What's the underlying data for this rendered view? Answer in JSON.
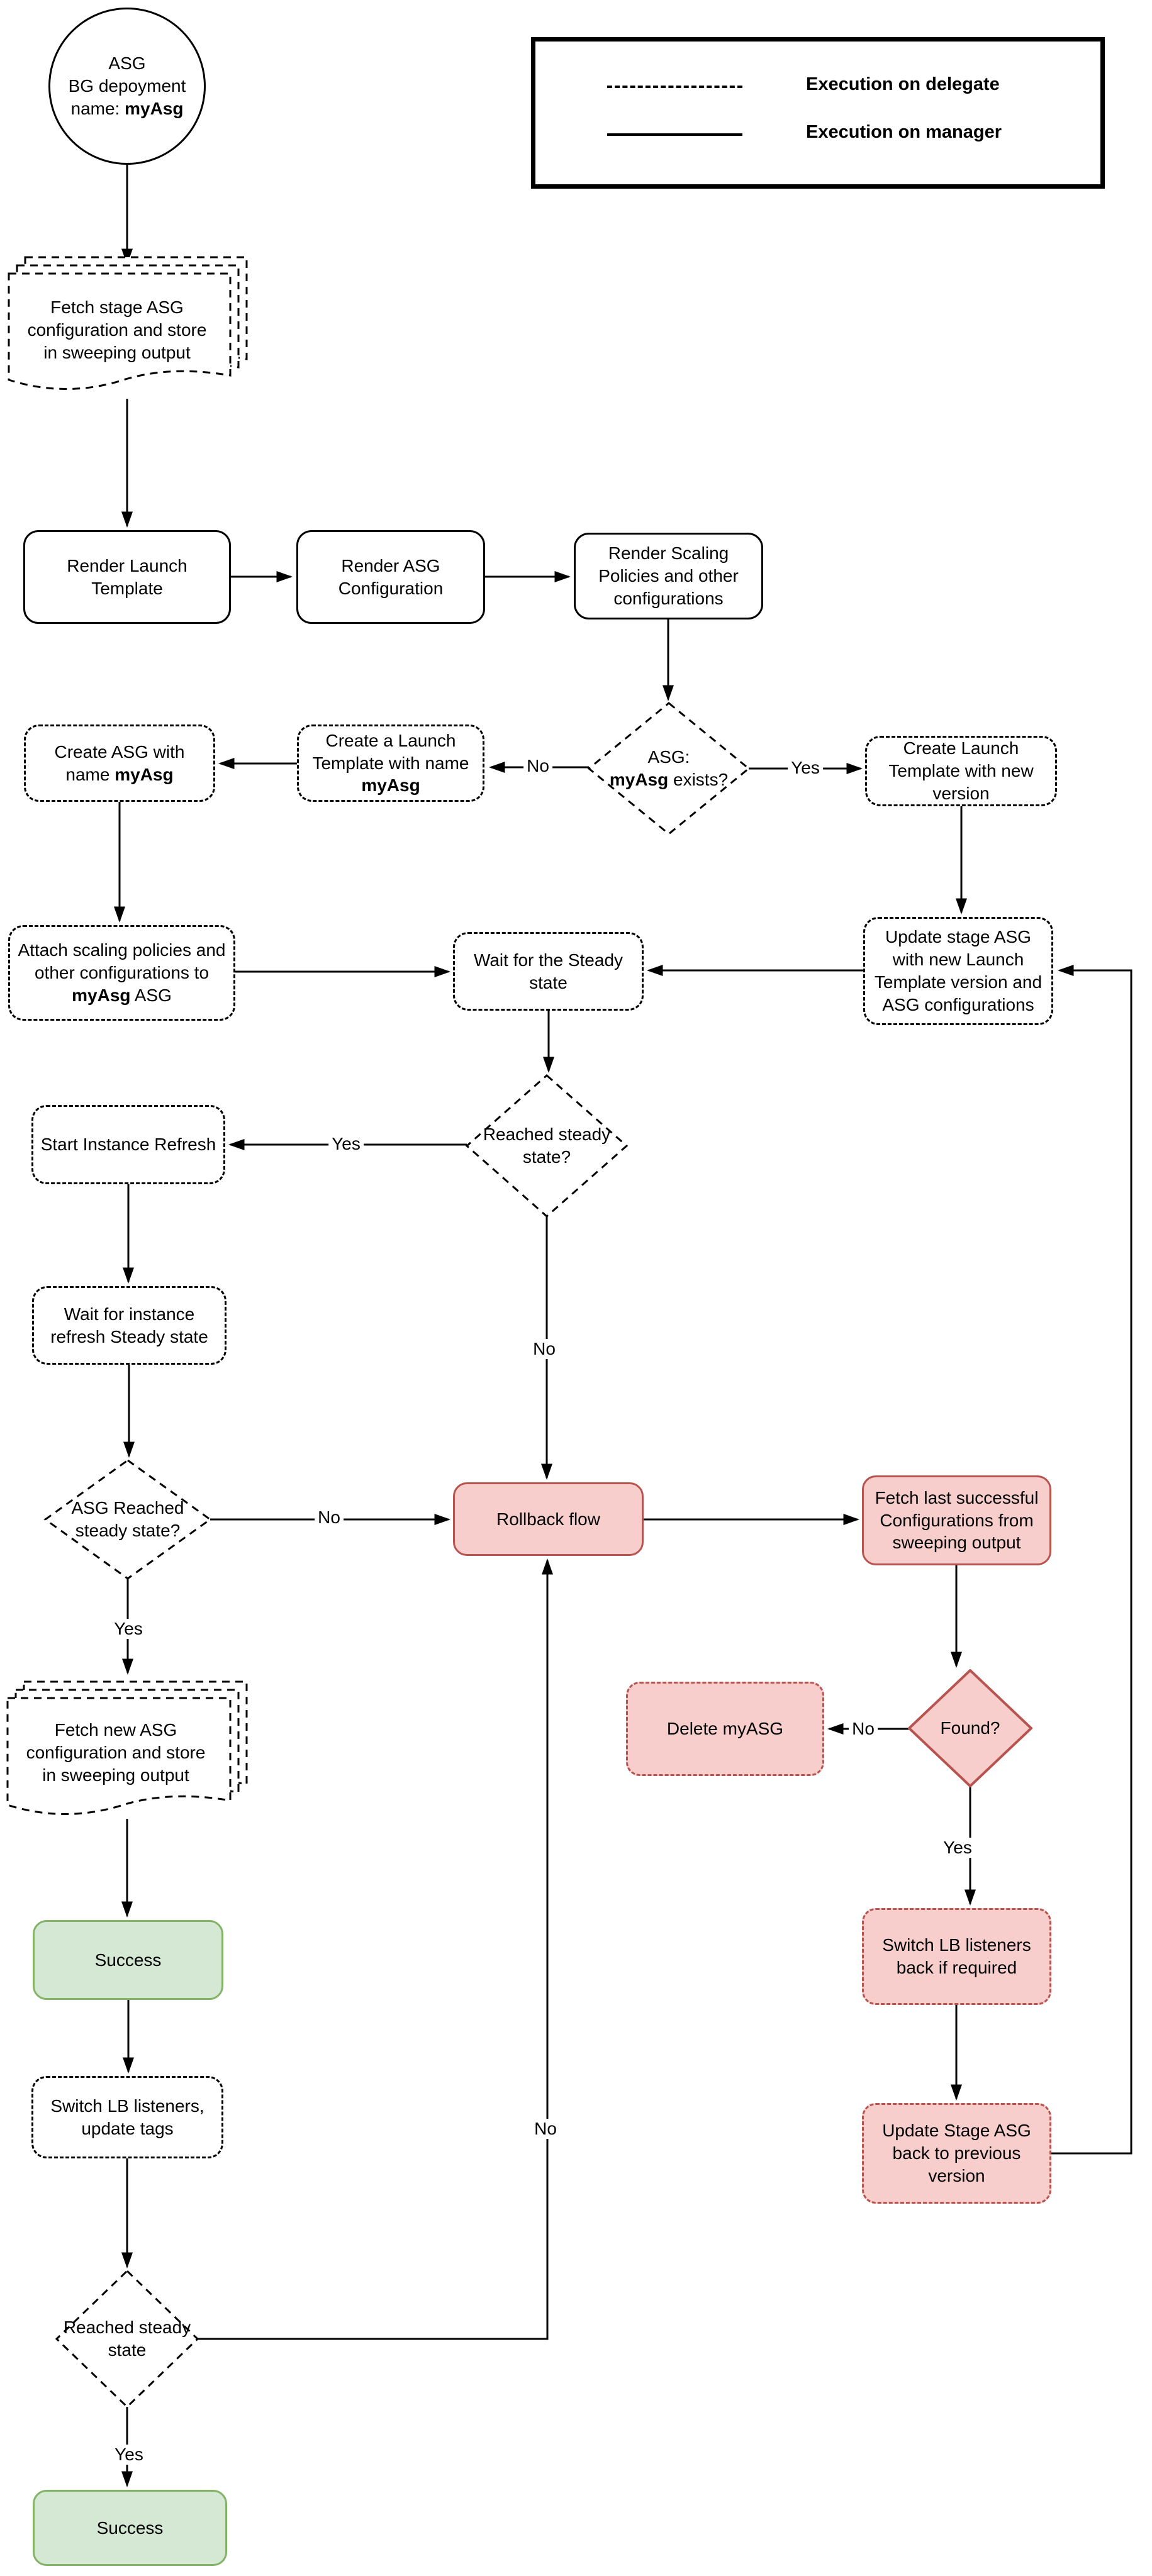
{
  "labels": {
    "yes": "Yes",
    "no": "No"
  },
  "legend": {
    "delegate": "Execution on delegate",
    "manager": "Execution on manager"
  },
  "colors": {
    "line": "#000000",
    "red_fill": "#f8cecc",
    "red_border": "#b85450",
    "green_fill": "#d5e8d4",
    "green_border": "#82b366"
  },
  "nodes": {
    "start": {
      "text": "ASG\nBG depoyment\nname: ",
      "bold": "myAsg"
    },
    "fetch_stage": {
      "text": "Fetch stage ASG configuration and store in sweeping output"
    },
    "render_lt": {
      "text": "Render Launch Template"
    },
    "render_asg": {
      "text": "Render ASG Configuration"
    },
    "render_sp": {
      "text": "Render Scaling Policies and other configurations"
    },
    "asg_exists": {
      "text": "ASG:\n",
      "bold": "myAsg",
      "suffix": " exists?"
    },
    "create_lt_new": {
      "text": "Create Launch Template with new version"
    },
    "create_a_lt": {
      "text": "Create a Launch Template with name ",
      "bold": "myAsg"
    },
    "create_asg": {
      "text": "Create ASG with name ",
      "bold": "myAsg"
    },
    "attach": {
      "text": "Attach scaling policies and other configurations to ",
      "bold": "myAsg",
      "suffix": " ASG"
    },
    "wait_steady": {
      "text": "Wait for the Steady state"
    },
    "update_stage": {
      "text": "Update stage ASG with new Launch Template version and ASG configurations"
    },
    "start_refresh": {
      "text": "Start Instance Refresh"
    },
    "reached1": {
      "text": "Reached steady state?"
    },
    "wait_refresh": {
      "text": "Wait for instance refresh Steady state"
    },
    "asg_reached": {
      "text": "ASG Reached steady state?"
    },
    "rollback": {
      "text": "Rollback flow"
    },
    "fetch_last": {
      "text": "Fetch last successful Configurations from sweeping output"
    },
    "fetch_new": {
      "text": "Fetch new ASG configuration and store in sweeping output"
    },
    "delete_asg": {
      "text": "Delete myASG"
    },
    "found": {
      "text": "Found?"
    },
    "success1": {
      "text": "Success"
    },
    "switch_lb": {
      "text": "Switch LB listeners, update tags"
    },
    "switch_lb_back": {
      "text": "Switch LB listeners back if required"
    },
    "update_back": {
      "text": "Update Stage ASG back to previous version"
    },
    "reached2": {
      "text": "Reached steady state"
    },
    "success2": {
      "text": "Success"
    }
  }
}
